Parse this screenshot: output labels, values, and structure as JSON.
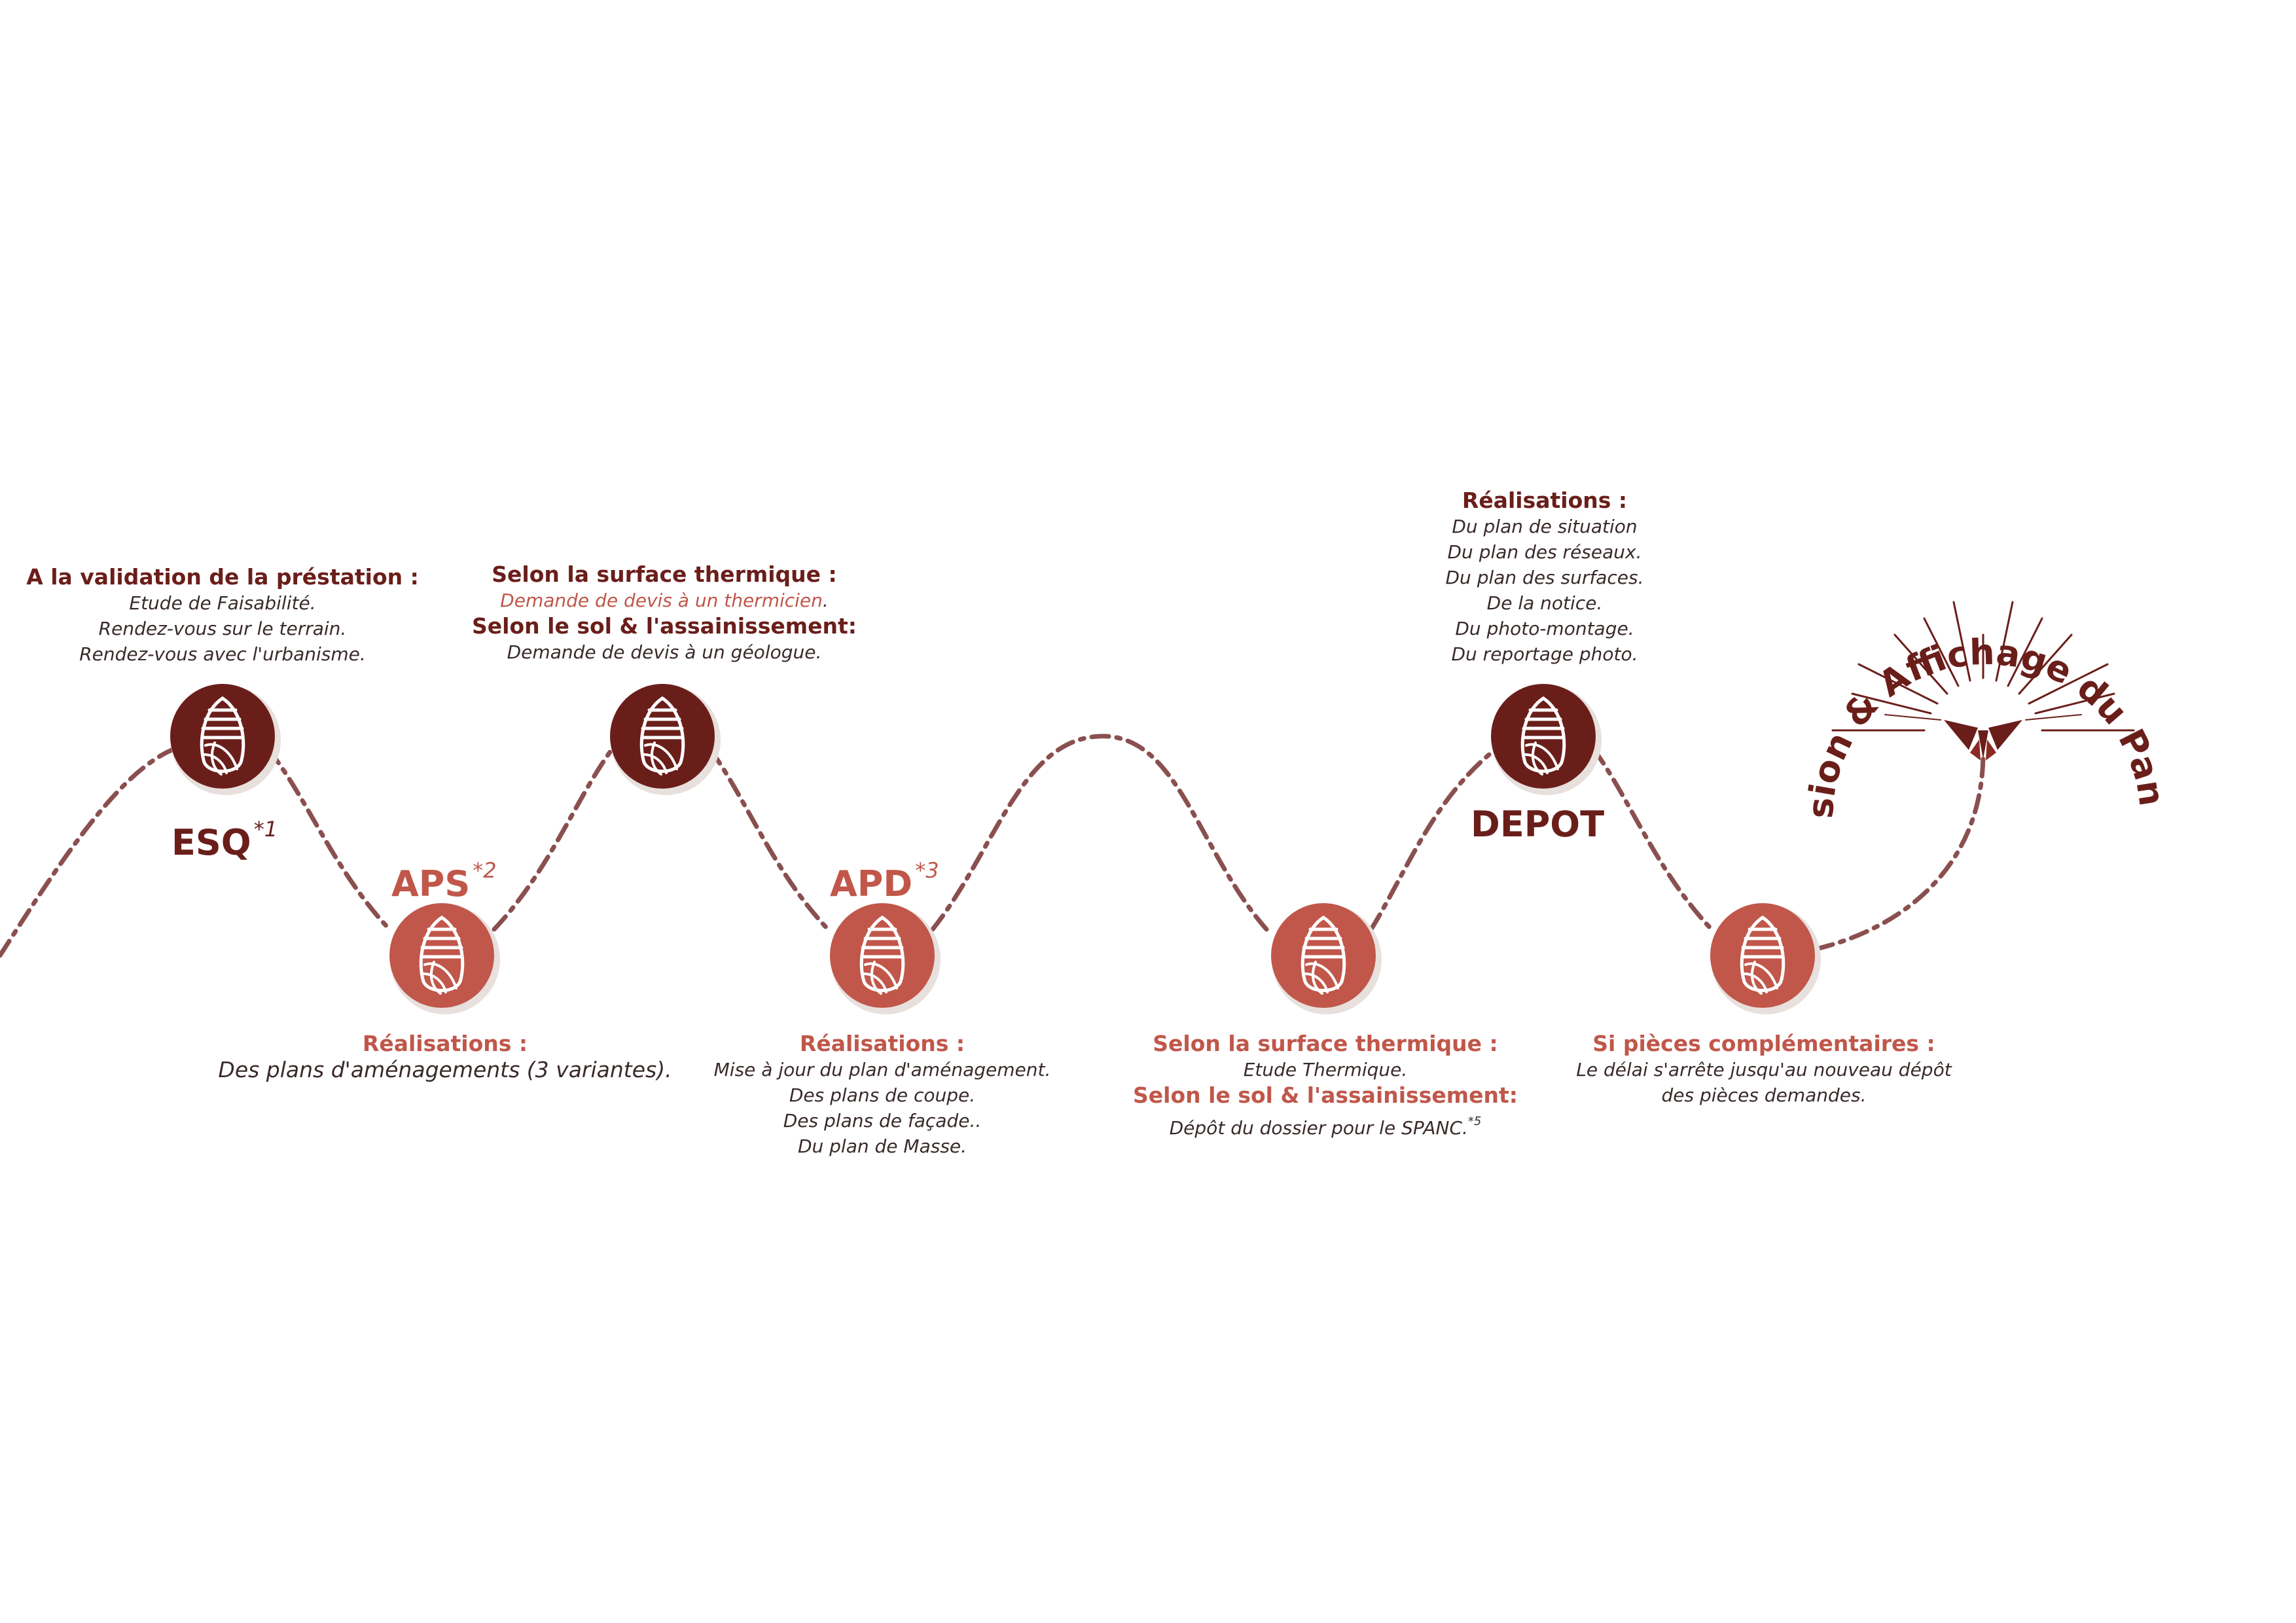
{
  "colors": {
    "dark": "#6a1e1a",
    "light": "#c0574a",
    "path": "#8a4f4f",
    "body_text": "#3a2a2a"
  },
  "icons": {
    "node": "chrysalis-icon",
    "final": "butterfly-icon"
  },
  "stages": {
    "esq": {
      "label": "ESQ",
      "note": "*1"
    },
    "aps": {
      "label": "APS",
      "note": "*2"
    },
    "apd": {
      "label": "APD",
      "note": "*3"
    },
    "depot": {
      "label": "DEPOT"
    }
  },
  "blocks": {
    "esq": {
      "heading": "A la validation de la préstation :",
      "lines": [
        "Etude de Faisabilité.",
        "Rendez-vous sur le terrain.",
        "Rendez-vous avec l'urbanisme."
      ]
    },
    "aps": {
      "heading": "Réalisations :",
      "lines": [
        "Des plans d'aménagements (3 variantes)."
      ]
    },
    "thermique1": {
      "heading1": "Selon la surface thermique :",
      "line1": "Demande de devis à un thermicien",
      "line1_end": ".",
      "heading2": "Selon le sol & l'assainissement:",
      "line2": "Demande de devis à un géologue."
    },
    "apd": {
      "heading": "Réalisations :",
      "lines": [
        "Mise à jour du plan d'aménagement.",
        "Des plans de coupe.",
        "Des plans de façade..",
        "Du plan de Masse."
      ]
    },
    "thermique2": {
      "heading1": "Selon la surface thermique :",
      "line1": "Etude Thermique.",
      "heading2": "Selon le sol & l'assainissement:",
      "line2": "Dépôt du dossier pour le SPANC.",
      "line2_note": "*5"
    },
    "depot": {
      "heading": "Réalisations :",
      "lines": [
        "Du plan de situation",
        "Du plan des réseaux.",
        "Du plan des surfaces.",
        "De la notice.",
        "Du photo-montage.",
        "Du reportage photo."
      ]
    },
    "pieces": {
      "heading": "Si pièces complémentaires :",
      "lines": [
        "Le délai s'arrête jusqu'au nouveau dépôt",
        "des pièces demandes."
      ]
    }
  },
  "final": {
    "title": "Décision & Affichage du Panneau"
  }
}
